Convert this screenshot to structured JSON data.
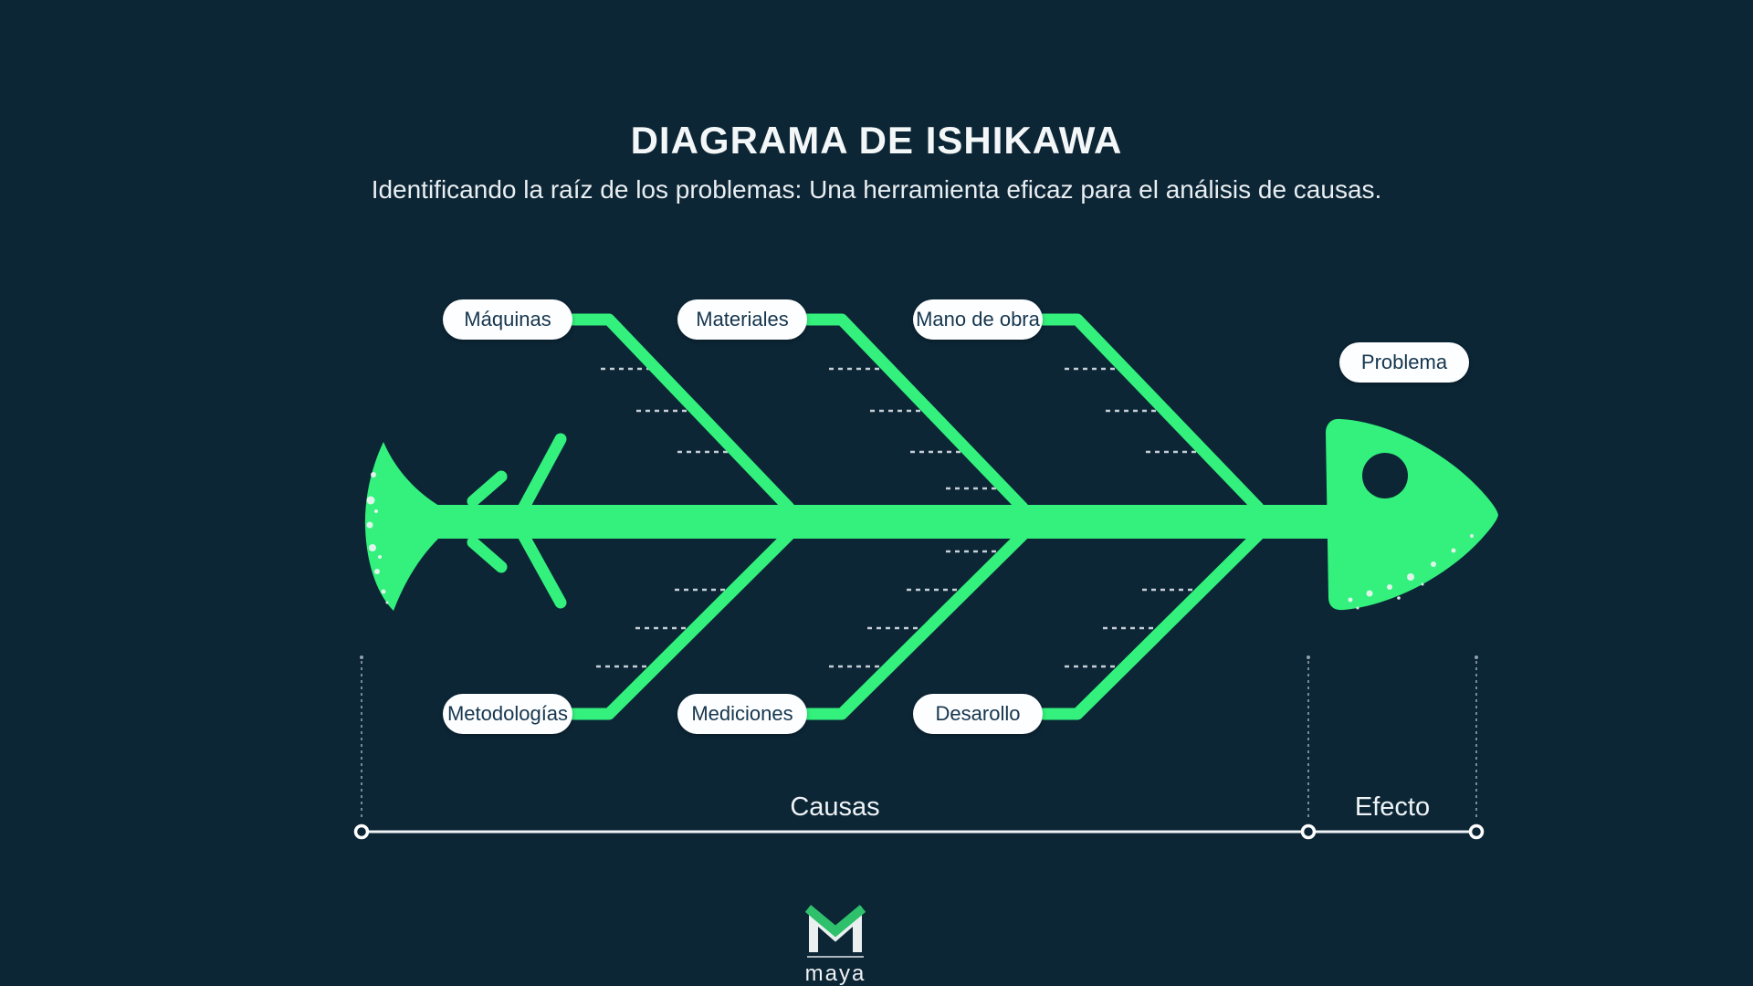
{
  "page": {
    "background_color": "#0c2636",
    "accent_color": "#33f17c"
  },
  "header": {
    "title": "DIAGRAMA DE ISHIKAWA",
    "subtitle": "Identificando la raíz de los problemas: Una herramienta eficaz para el análisis de causas."
  },
  "diagram": {
    "type": "fishbone-ishikawa",
    "top_causes": [
      "Máquinas",
      "Materiales",
      "Mano de obra"
    ],
    "bottom_causes": [
      "Metodologías",
      "Mediciones",
      "Desarollo"
    ],
    "effect": "Problema",
    "axis": {
      "causes": "Causas",
      "effect": "Efecto"
    }
  },
  "footer": {
    "brand": "maya"
  }
}
